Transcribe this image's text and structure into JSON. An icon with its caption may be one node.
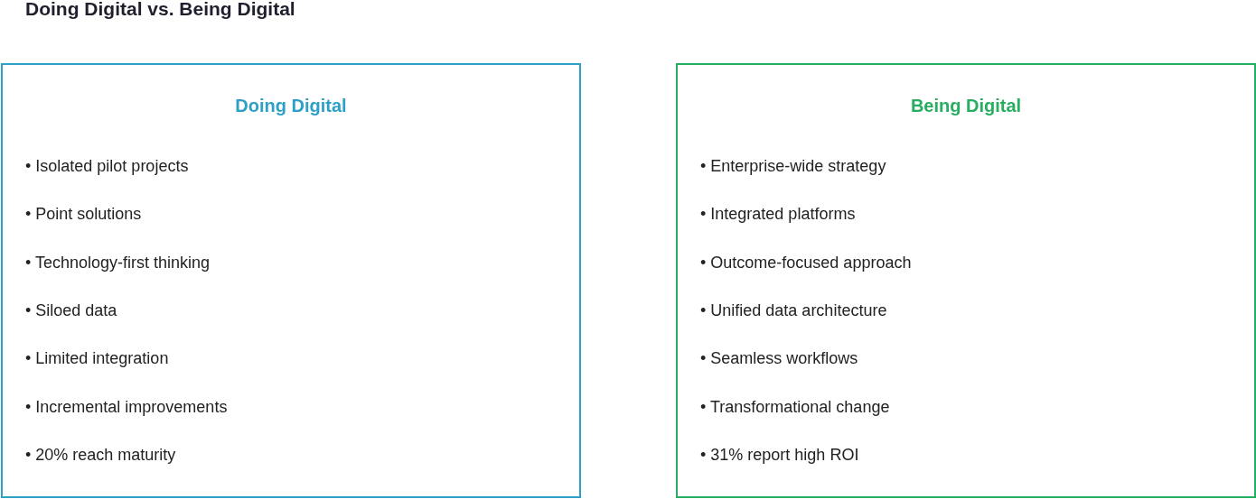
{
  "diagram": {
    "title": "Doing Digital vs. Being Digital",
    "nodes": [
      {
        "text": [
          "Doing Digital",
          "• Isolated pilot projects",
          "• Point solutions",
          "• Technology-first thinking",
          "• Siloed data",
          "• Limited integration",
          "• Incremental improvements",
          "• 20% reach maturity"
        ]
      },
      {
        "text": [
          "Being Digital",
          "• Enterprise-wide strategy",
          "• Integrated platforms",
          "• Outcome-focused approach",
          "• Unified data architecture",
          "• Seamless workflows",
          "• Transformational change",
          "• 31% report high ROI"
        ]
      }
    ]
  }
}
